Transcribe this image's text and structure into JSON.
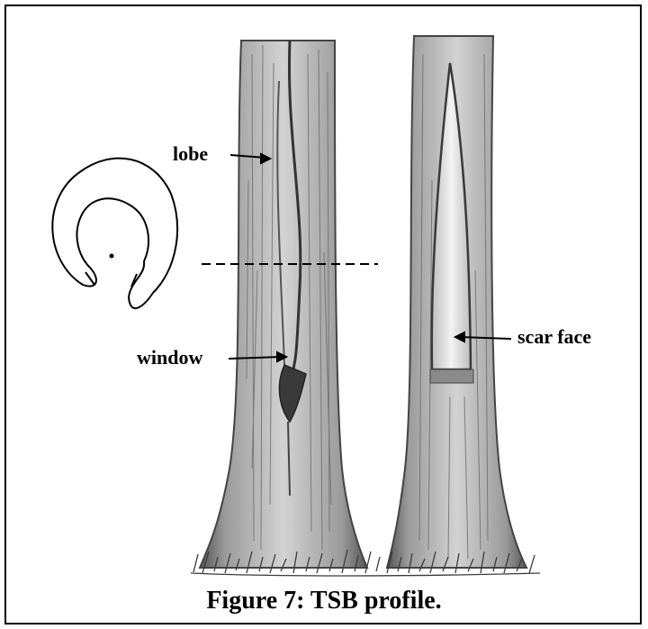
{
  "labels": {
    "lobe": "lobe",
    "window": "window",
    "scar_face": "scar face"
  },
  "caption": "Figure 7: TSB profile.",
  "colors": {
    "ink": "#000000",
    "pencil_dark": "#4a4a4a",
    "pencil_mid": "#8a8a8a",
    "pencil_light": "#c4c4c4",
    "background": "#ffffff"
  }
}
